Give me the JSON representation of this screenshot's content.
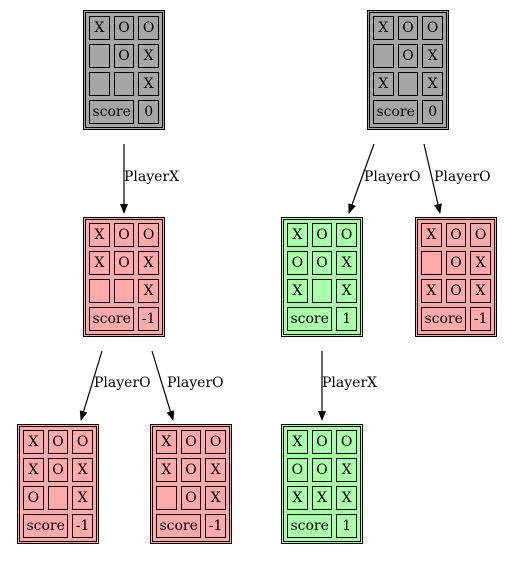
{
  "colors": {
    "gray": "#a6a6a6",
    "red": "#ffaaaa",
    "green": "#aaffaa"
  },
  "nodes": [
    {
      "id": "root-left",
      "fill": "gray",
      "cells": [
        "X",
        "O",
        "O",
        "",
        "O",
        "X",
        "",
        "",
        "X"
      ],
      "score_label": "score",
      "score": "0"
    },
    {
      "id": "root-right",
      "fill": "gray",
      "cells": [
        "X",
        "O",
        "O",
        "",
        "O",
        "X",
        "X",
        "",
        "X"
      ],
      "score_label": "score",
      "score": "0"
    },
    {
      "id": "mid-left",
      "fill": "red",
      "cells": [
        "X",
        "O",
        "O",
        "X",
        "O",
        "X",
        "",
        "",
        "X"
      ],
      "score_label": "score",
      "score": "-1"
    },
    {
      "id": "mid-center",
      "fill": "green",
      "cells": [
        "X",
        "O",
        "O",
        "O",
        "O",
        "X",
        "X",
        "",
        "X"
      ],
      "score_label": "score",
      "score": "1"
    },
    {
      "id": "mid-right",
      "fill": "red",
      "cells": [
        "X",
        "O",
        "O",
        "",
        "O",
        "X",
        "X",
        "O",
        "X"
      ],
      "score_label": "score",
      "score": "-1"
    },
    {
      "id": "leaf-1",
      "fill": "red",
      "cells": [
        "X",
        "O",
        "O",
        "X",
        "O",
        "X",
        "O",
        "",
        "X"
      ],
      "score_label": "score",
      "score": "-1"
    },
    {
      "id": "leaf-2",
      "fill": "red",
      "cells": [
        "X",
        "O",
        "O",
        "X",
        "O",
        "X",
        "",
        "O",
        "X"
      ],
      "score_label": "score",
      "score": "-1"
    },
    {
      "id": "leaf-3",
      "fill": "green",
      "cells": [
        "X",
        "O",
        "O",
        "O",
        "O",
        "X",
        "X",
        "X",
        "X"
      ],
      "score_label": "score",
      "score": "1"
    }
  ],
  "edges": [
    {
      "from": "root-left",
      "to": "mid-left",
      "label": "PlayerX"
    },
    {
      "from": "root-right",
      "to": "mid-center",
      "label": "PlayerO"
    },
    {
      "from": "root-right",
      "to": "mid-right",
      "label": "PlayerO"
    },
    {
      "from": "mid-left",
      "to": "leaf-1",
      "label": "PlayerO"
    },
    {
      "from": "mid-left",
      "to": "leaf-2",
      "label": "PlayerO"
    },
    {
      "from": "mid-center",
      "to": "leaf-3",
      "label": "PlayerX"
    }
  ]
}
